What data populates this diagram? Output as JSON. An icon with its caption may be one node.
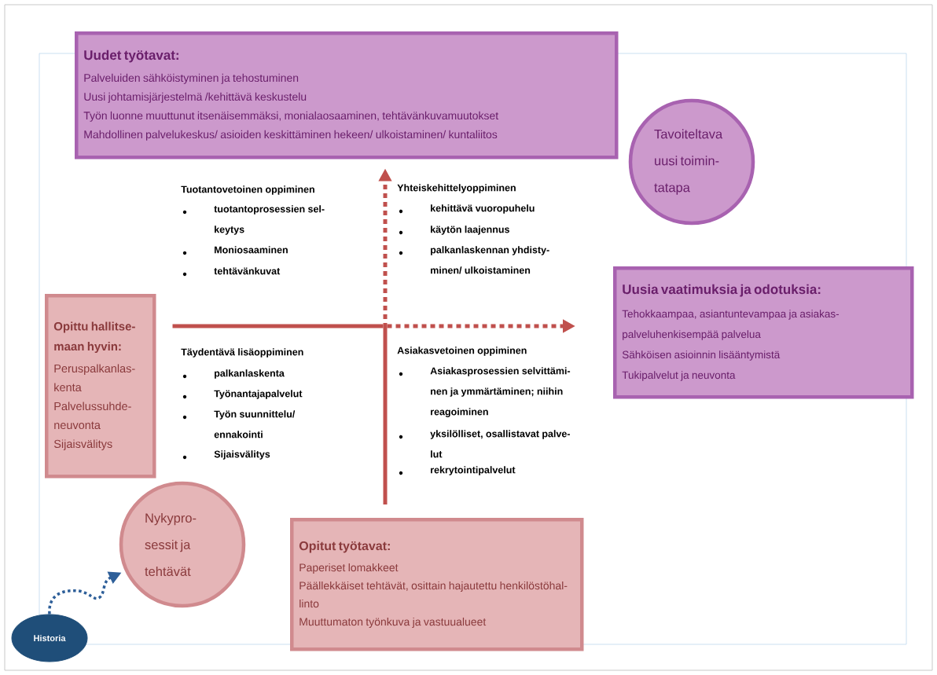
{
  "diagram": {
    "nodes": [
      {
        "text": [
          "Uudet työtavat:",
          "Palveluiden sähköistyminen ja tehostuminen",
          "Uusi johtamisjärjestelmä /kehittävä keskustelu",
          "Työn luonne muuttunut itsenäisemmäksi, monialaosaaminen, tehtävänkuvamuutokset",
          "Mahdollinen palvelukeskus/ asioiden keskittäminen hekeen/ ulkoistaminen/ kuntaliitos"
        ]
      },
      {
        "text": [
          "Tavoiteltava uusi toimin-tatapa"
        ]
      },
      {
        "text": [
          "Uusia vaatimuksia ja odotuksia:",
          "Tehokkaampaa, asiantuntevampaa ja asiakas-palveluhenkisempää palvelua",
          "Sähköisen asioinnin lisääntymistä",
          "Tukipalvelut ja neuvonta"
        ]
      },
      {
        "text": [
          "Opittu hallitse-maan hyvin:",
          "Peruspalkanlas-kenta",
          "Palvelussuhde-neuvonta",
          "Sijaisvälitys"
        ]
      },
      {
        "text": [
          "Nykypro-sessit ja tehtävät"
        ]
      },
      {
        "text": [
          "Opitut työtavat:",
          "Paperiset lomakkeet",
          "Päällekkäiset tehtävät, osittain hajautettu henkilöstöhal-linto",
          "Muuttumaton työnkuva ja vastuualueet"
        ]
      },
      {
        "text": [
          "Historia"
        ]
      }
    ],
    "edges": [
      {
        "from": 5,
        "to": 0,
        "arrow": "to",
        "style": "dashed"
      },
      {
        "from": 3,
        "to": 2,
        "arrow": "to",
        "style": "dashed"
      },
      {
        "from": 6,
        "to": 4,
        "arrow": "to",
        "style": "dashed",
        "color": "#2e5f99"
      }
    ],
    "labels": [
      "Tuotantovetoinen oppiminen",
      "tuotantoprosessien sel-keytys",
      "Moniosaaminen",
      "tehtävänkuvat",
      "Yhteiskehittelyoppiminen",
      "kehittävä vuoropuhelu",
      "käytön laajennus",
      "palkanlaskennan yhdisty-minen/ ulkoistaminen",
      "Täydentävä lisäoppiminen",
      "palkanlaskenta",
      "Työnantajapalvelut",
      "Työn suunnittelu/ ennakointi",
      "Sijaisvälitys",
      "Asiakasvetoinen oppiminen",
      "Asiakasprosessien selvittämi-nen ja ymmärtäminen; niihin reagoiminen",
      "yksilölliset, osallistavat palve-lut",
      "rekrytointipalvelut"
    ]
  }
}
